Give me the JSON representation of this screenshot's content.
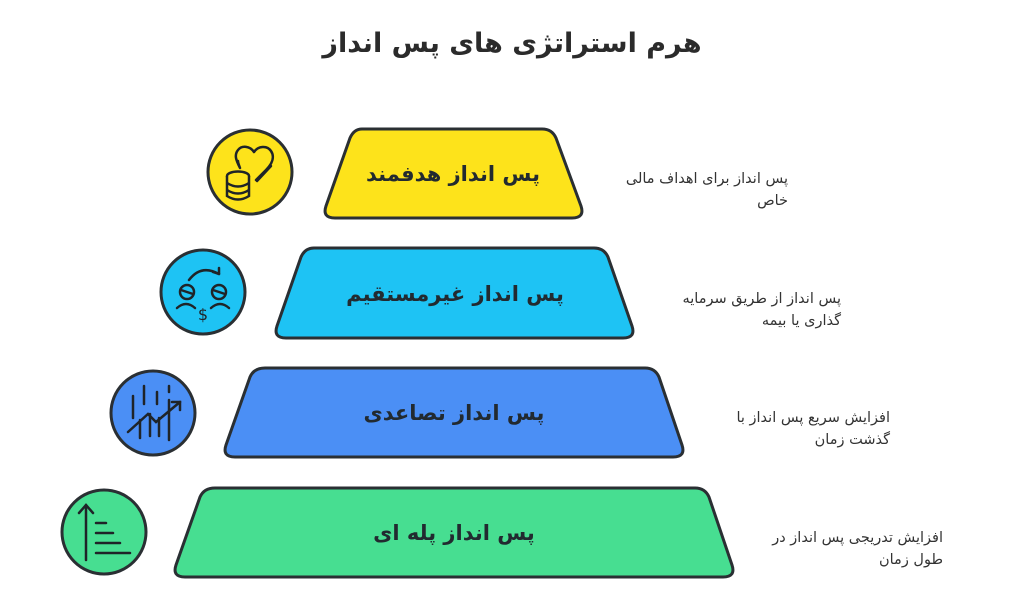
{
  "title": "هرم استراتژی های پس انداز",
  "colors": {
    "outline": "#2a2f33",
    "icon_stroke": "#1f2428",
    "level_1": "#FDE31B",
    "level_2": "#1EC3F4",
    "level_3": "#4B8FF5",
    "level_4": "#47DE91"
  },
  "levels": [
    {
      "label": "پس انداز هدفمند",
      "icon": "heart-coins-icon",
      "description_line1": "پس انداز برای اهداف مالی",
      "description_line2": "خاص"
    },
    {
      "label": "پس انداز غیرمستقیم",
      "icon": "money-transfer-people-icon",
      "description_line1": "پس انداز از طریق سرمایه",
      "description_line2": "گذاری یا بیمه"
    },
    {
      "label": "پس انداز تصاعدی",
      "icon": "growth-chart-arrow-icon",
      "description_line1": "افزایش سریع پس انداز با",
      "description_line2": "گذشت زمان"
    },
    {
      "label": "پس انداز پله ای",
      "icon": "stepped-increase-icon",
      "description_line1": "افزایش تدریجی پس انداز در",
      "description_line2": "طول زمان"
    }
  ]
}
